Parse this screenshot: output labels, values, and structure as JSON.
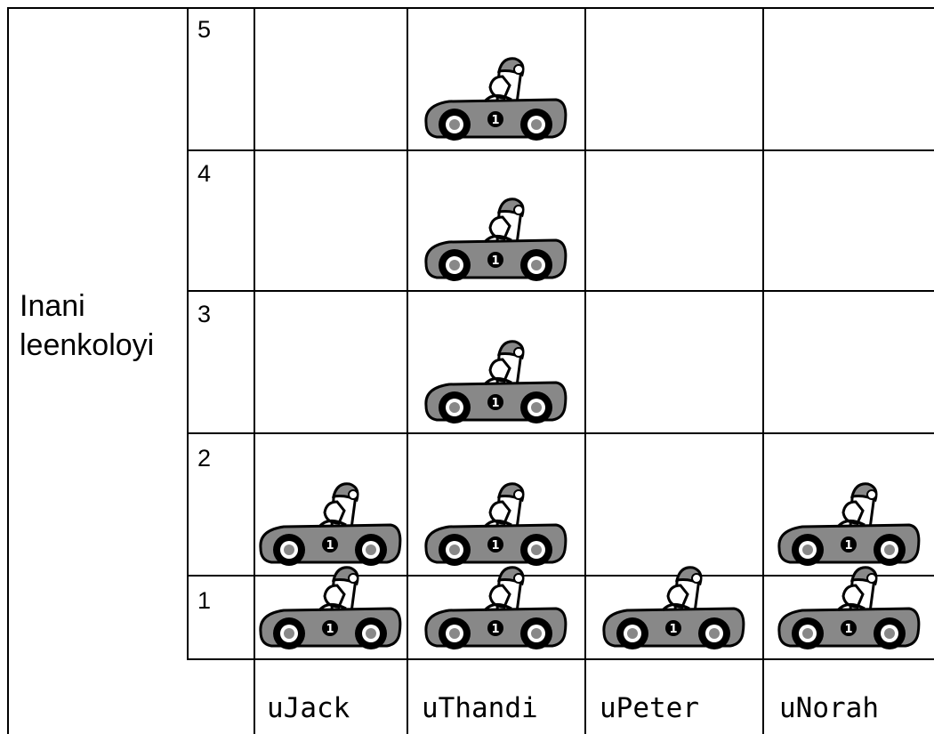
{
  "chart_data": {
    "type": "pictograph",
    "ylabel_lines": [
      "Inani",
      "leenkoloyi"
    ],
    "row_labels": [
      "5",
      "4",
      "3",
      "2",
      "1"
    ],
    "categories": [
      "uJack",
      "uThandi",
      "uPeter",
      "uNorah"
    ],
    "values": [
      2,
      5,
      1,
      2
    ],
    "ylim": [
      0,
      5
    ],
    "icon": "race-car-icon"
  }
}
